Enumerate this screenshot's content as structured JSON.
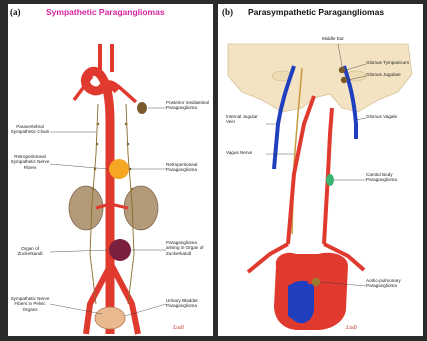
{
  "panel_a": {
    "letter": "(a)",
    "title": "Sympathetic Paragangliomas",
    "title_color": "#d6249f",
    "labels": {
      "paravertebral": "Paravertebral Sympathetic Chain",
      "retroperitoneal_fibers": "Retroperitoneal Sympathetic Nerve Fibers",
      "zuckerkandl_organ": "Organ of Zuckerkandl",
      "pelvic_fibers": "Sympathetic Nerve Fibers in Pelvic Organs",
      "posterior_mediastinal": "Posterior mediastinal Paraganglioma",
      "retroperitoneal_pg": "Retroperitoneal Paraganglioma",
      "zuckerkandl_pg": "Paraganglioma arising in Organ of Zuckerkandl",
      "bladder_pg": "Urinary Bladder Paraganglioma"
    },
    "signature": "Lodi"
  },
  "panel_b": {
    "letter": "(b)",
    "title": "Parasympathetic Paragangliomas",
    "title_color": "#111111",
    "labels": {
      "middle_ear": "Middle Ear",
      "glomus_tympanicum": "Glomus Tympanicum",
      "glomus_jugulare": "Glomus Jugulare",
      "internal_jugular_vein": "Internal Jugular Vein",
      "glomus_vagale": "Glomus Vagale",
      "vagus_nerve": "Vagus Nerve",
      "carotid_body": "Carotid Body Paraganglioma",
      "aortic_pulmonary": "Aortic-pulmonary Paraganglioma"
    },
    "signature": "Lodi"
  },
  "colors": {
    "artery": "#e03a2f",
    "vein": "#1f3fbf",
    "nerve": "#c79a3b",
    "tumor_orange": "#f5a623",
    "tumor_green": "#3cb371",
    "kidney": "#b39b7a",
    "skull": "#f3e3c3"
  }
}
